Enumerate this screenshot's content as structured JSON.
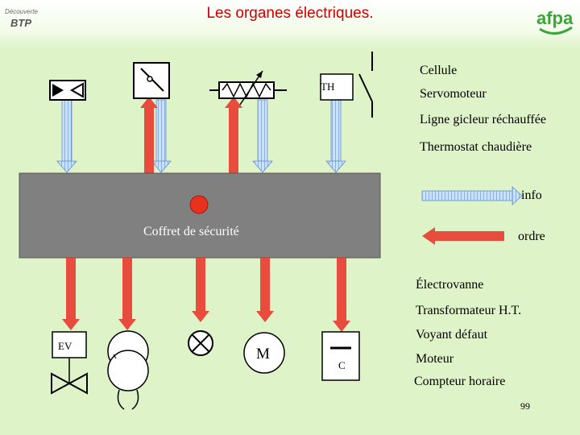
{
  "title": "Les organes électriques.",
  "logos": {
    "left_line1": "Découverte",
    "left_line2": "BTP",
    "right": "afpa"
  },
  "box": {
    "label": "Coffret de sécurité"
  },
  "component_labels": {
    "thermostat": "TH",
    "electrovalve": "EV",
    "motor": "M",
    "counter": "C"
  },
  "top_list": [
    "Cellule",
    "Servomoteur",
    "Ligne gicleur réchauffée",
    "Thermostat chaudière"
  ],
  "legend": {
    "info": "info",
    "ordre": "ordre"
  },
  "bottom_list": [
    "Électrovanne",
    "Transformateur H.T.",
    "Voyant défaut",
    "Moteur",
    "Compteur horaire"
  ],
  "page_number": "99",
  "colors": {
    "title": "#cc0000",
    "background": "#dff3c8",
    "box": "#808080",
    "info_arrow": "#aaccee",
    "order_arrow": "#e84c3d",
    "lamp": "#e8321e"
  }
}
